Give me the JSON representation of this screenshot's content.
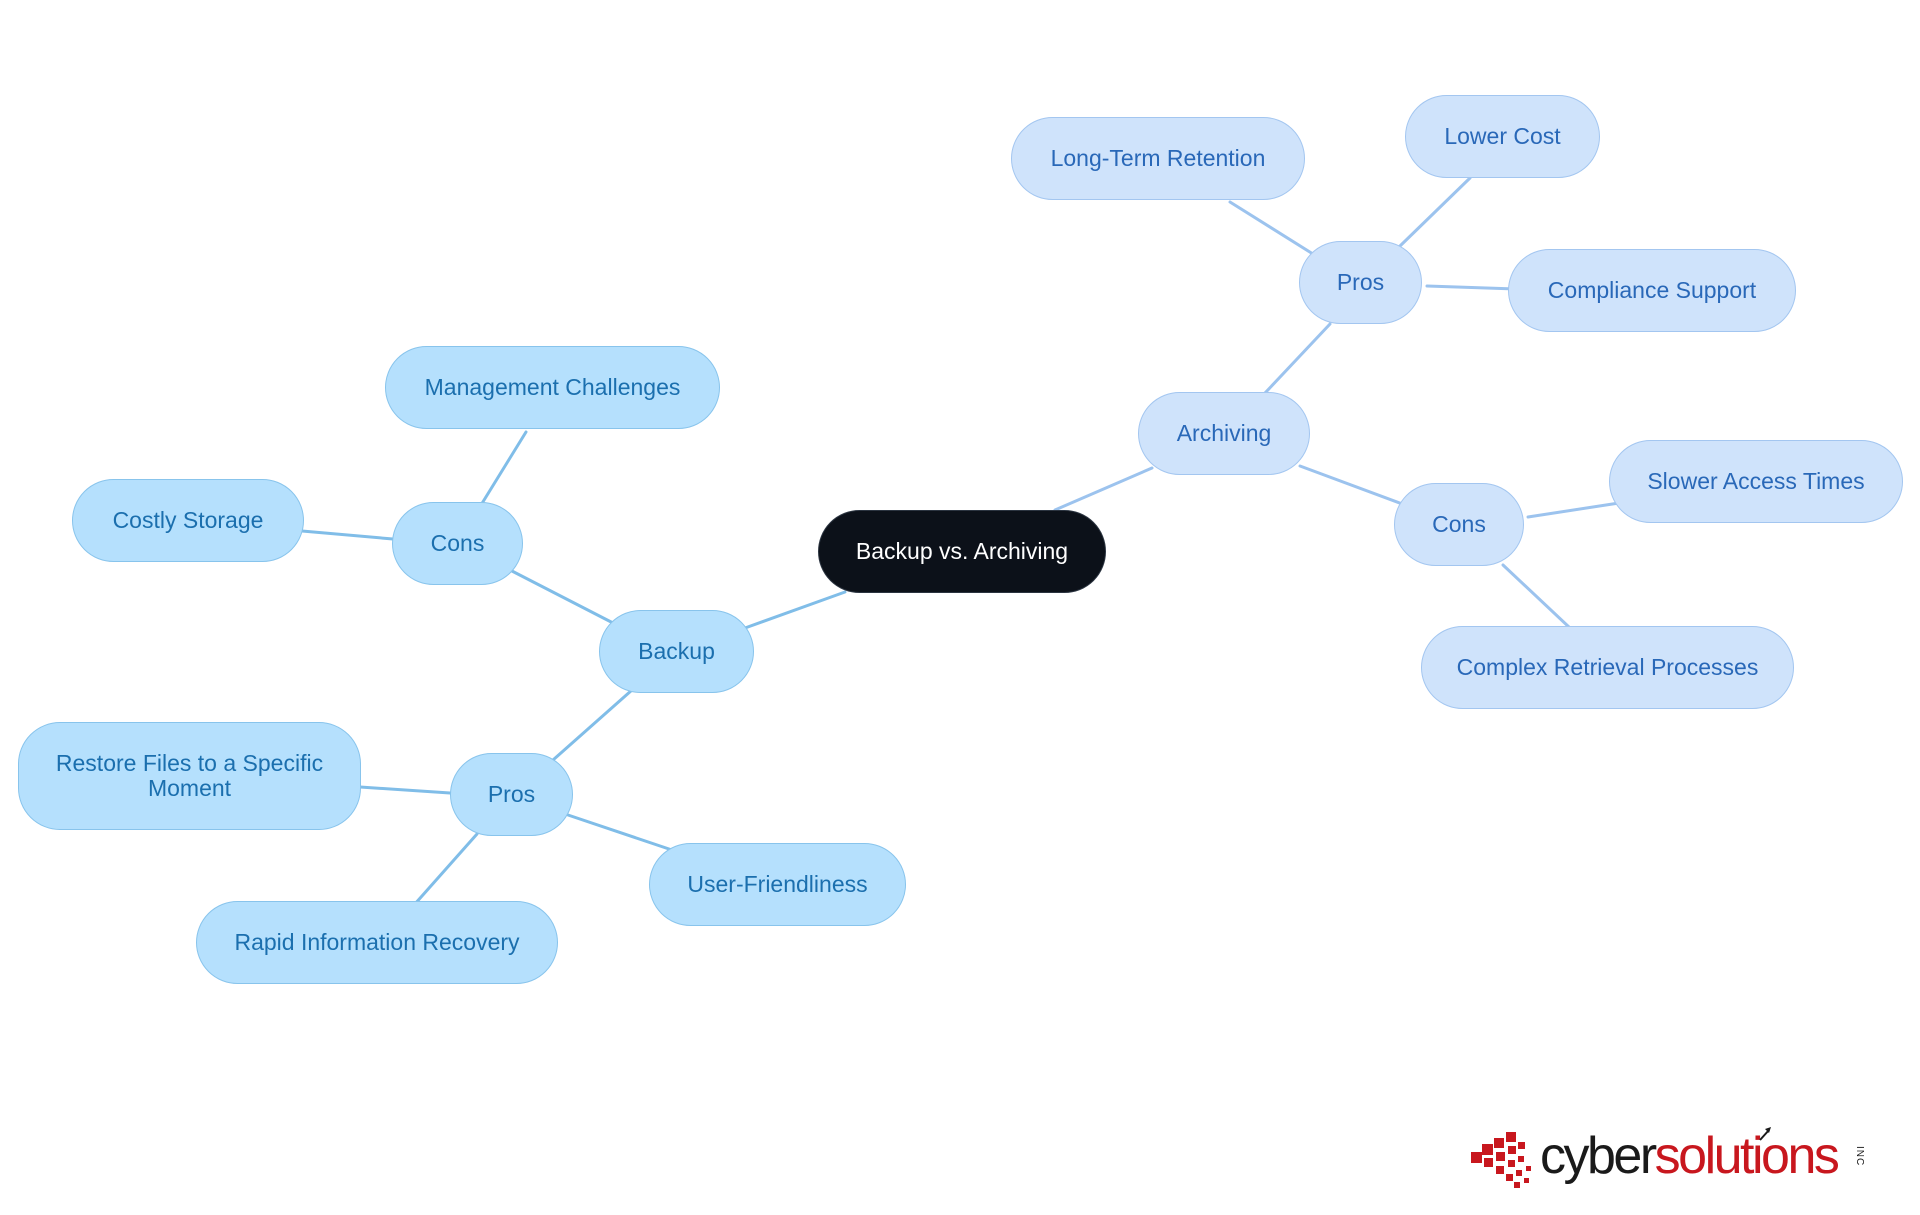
{
  "diagram": {
    "root": "Backup vs. Archiving",
    "backup": {
      "label": "Backup",
      "cons": {
        "label": "Cons",
        "items": [
          "Management Challenges",
          "Costly Storage"
        ]
      },
      "pros": {
        "label": "Pros",
        "items": [
          "Restore Files to a Specific Moment",
          "User-Friendliness",
          "Rapid Information Recovery"
        ]
      }
    },
    "archiving": {
      "label": "Archiving",
      "pros": {
        "label": "Pros",
        "items": [
          "Long-Term Retention",
          "Lower Cost",
          "Compliance Support"
        ]
      },
      "cons": {
        "label": "Cons",
        "items": [
          "Slower Access Times",
          "Complex Retrieval Processes"
        ]
      }
    },
    "colors": {
      "root_fill": "#0c1119",
      "backup_fill": "#b5e0fd",
      "backup_text": "#1b6fae",
      "archiving_fill": "#cfe3fb",
      "archiving_text": "#2968b8"
    }
  },
  "logo": {
    "brand_part1": "cyber",
    "brand_part2": "solutions",
    "suffix": "INC",
    "colors": {
      "dark": "#1a1a1a",
      "red": "#c8171e"
    }
  }
}
